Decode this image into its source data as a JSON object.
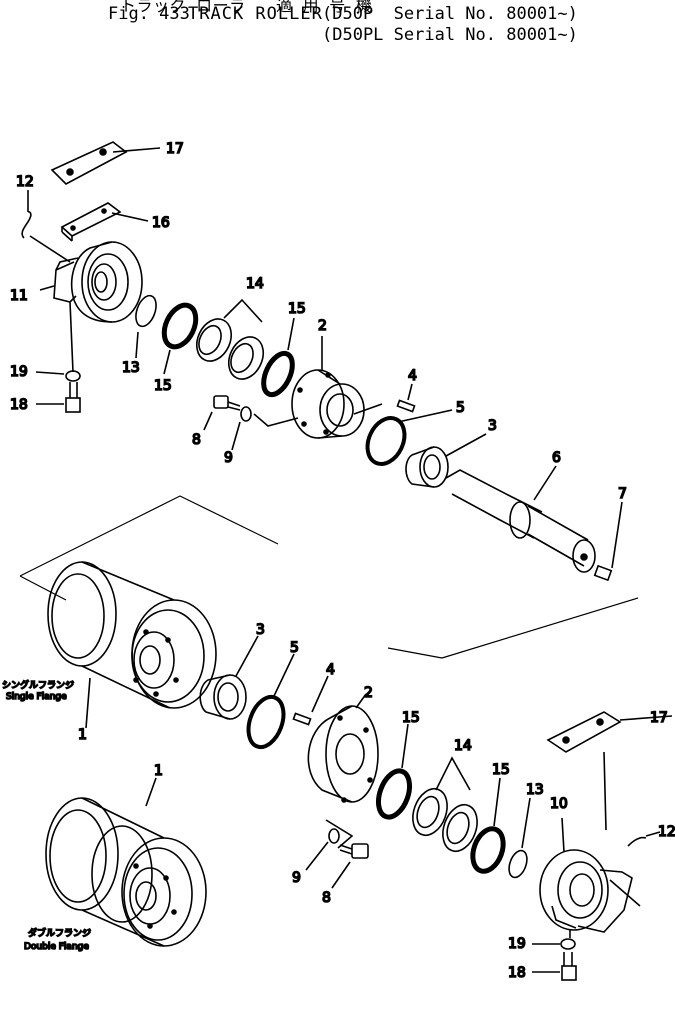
{
  "header": {
    "top_partial": "トラック ローラ   適 用 号 機",
    "figure": "Fig. 433",
    "title": "TRACK ROLLER",
    "serial_1": "(D50P  Serial No. 80001~)",
    "serial_2": "(D50PL Serial No. 80001~)"
  },
  "callouts": {
    "c17a": "17",
    "c12a": "12",
    "c16": "16",
    "c11": "11",
    "c14a": "14",
    "c15a": "15",
    "c2a": "2",
    "c13a": "13",
    "c15b": "15",
    "c19a": "19",
    "c18a": "18",
    "c4a": "4",
    "c5a": "5",
    "c8a": "8",
    "c9a": "9",
    "c3a": "3",
    "c6": "6",
    "c7": "7",
    "c3b": "3",
    "c5b": "5",
    "c4b": "4",
    "c2b": "2",
    "c1a": "1",
    "c15c": "15",
    "c14b": "14",
    "c15d": "15",
    "c17b": "17",
    "c1b": "1",
    "c13b": "13",
    "c10": "10",
    "c12b": "12",
    "c9b": "9",
    "c8b": "8",
    "c19b": "19",
    "c18b": "18"
  },
  "captions": {
    "single_jp": "シングルフランジ",
    "single_en": "Single Flange",
    "double_jp": "ダブルフランジ",
    "double_en": "Double Flange"
  }
}
